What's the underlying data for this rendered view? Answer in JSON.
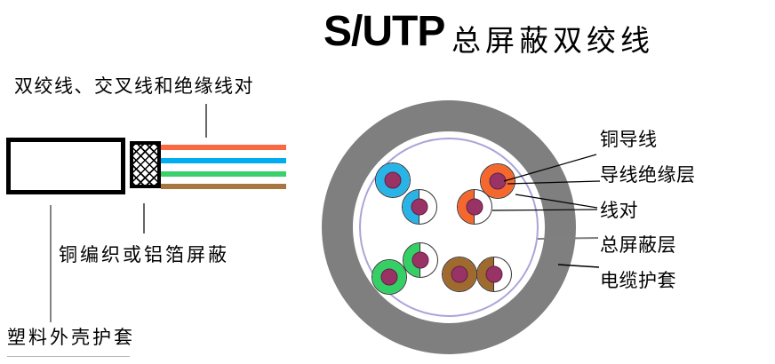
{
  "title": {
    "main": "S/UTP",
    "subtitle": "总屏蔽双绞线"
  },
  "side_view": {
    "pairs_label": "双绞线、交叉线和绝缘线对",
    "shield_label": "铜编织或铝箔屏蔽",
    "jacket_label": "塑料外壳护套",
    "wire_colors": {
      "orange": "#FA6A42",
      "blue": "#00AEEF",
      "green": "#3BD06D",
      "brown": "#A8763F"
    }
  },
  "cross_section": {
    "labels": {
      "conductor": "铜导线",
      "insulation": "导线绝缘层",
      "pair": "线对",
      "shield": "总屏蔽层",
      "sheath": "电缆护套"
    },
    "colors": {
      "sheath": "#7F7F7F",
      "shield": "#A9A5D8",
      "conductor": "#993366",
      "pair_blue": "#29B4E8",
      "pair_orange": "#F4682D",
      "pair_green": "#35D065",
      "pair_brown": "#A06A2E"
    }
  }
}
